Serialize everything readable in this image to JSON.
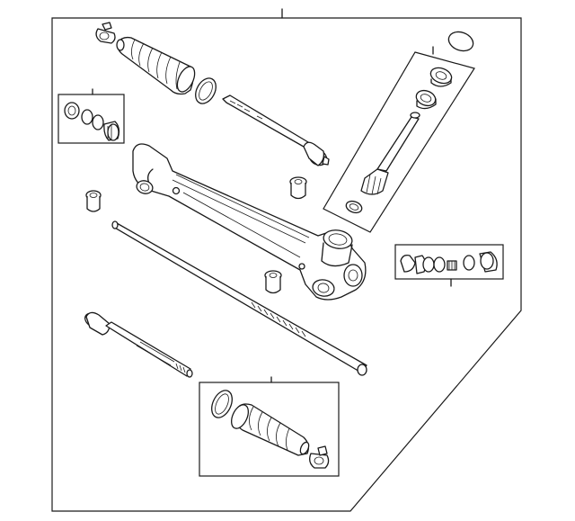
{
  "diagram": {
    "type": "exploded-parts-diagram",
    "callout_labels": [],
    "callout_count": 6,
    "boxed_groups": [
      {
        "id": "tie-rod-end-boot-kit-upper",
        "parts": [
          "bushing",
          "o-ring",
          "o-ring",
          "boot"
        ]
      },
      {
        "id": "pinion-seal-kit",
        "parts": [
          "o-ring",
          "seal",
          "bearing",
          "seal",
          "pinion-shaft",
          "retainer"
        ]
      },
      {
        "id": "rack-seal-kit",
        "parts": [
          "clip",
          "ring",
          "ring",
          "ring",
          "bushing",
          "ring",
          "bushing"
        ]
      },
      {
        "id": "boot-kit-lower",
        "parts": [
          "ring",
          "bellows-boot",
          "clamp"
        ]
      }
    ],
    "loose_parts": [
      "clamp",
      "bellows-boot",
      "ring",
      "inner-tie-rod",
      "inner-tie-rod-end",
      "rack-housing",
      "mount-bushing",
      "mount-bushing",
      "mount-bushing",
      "rack-bar",
      "inner-tie-rod"
    ]
  }
}
